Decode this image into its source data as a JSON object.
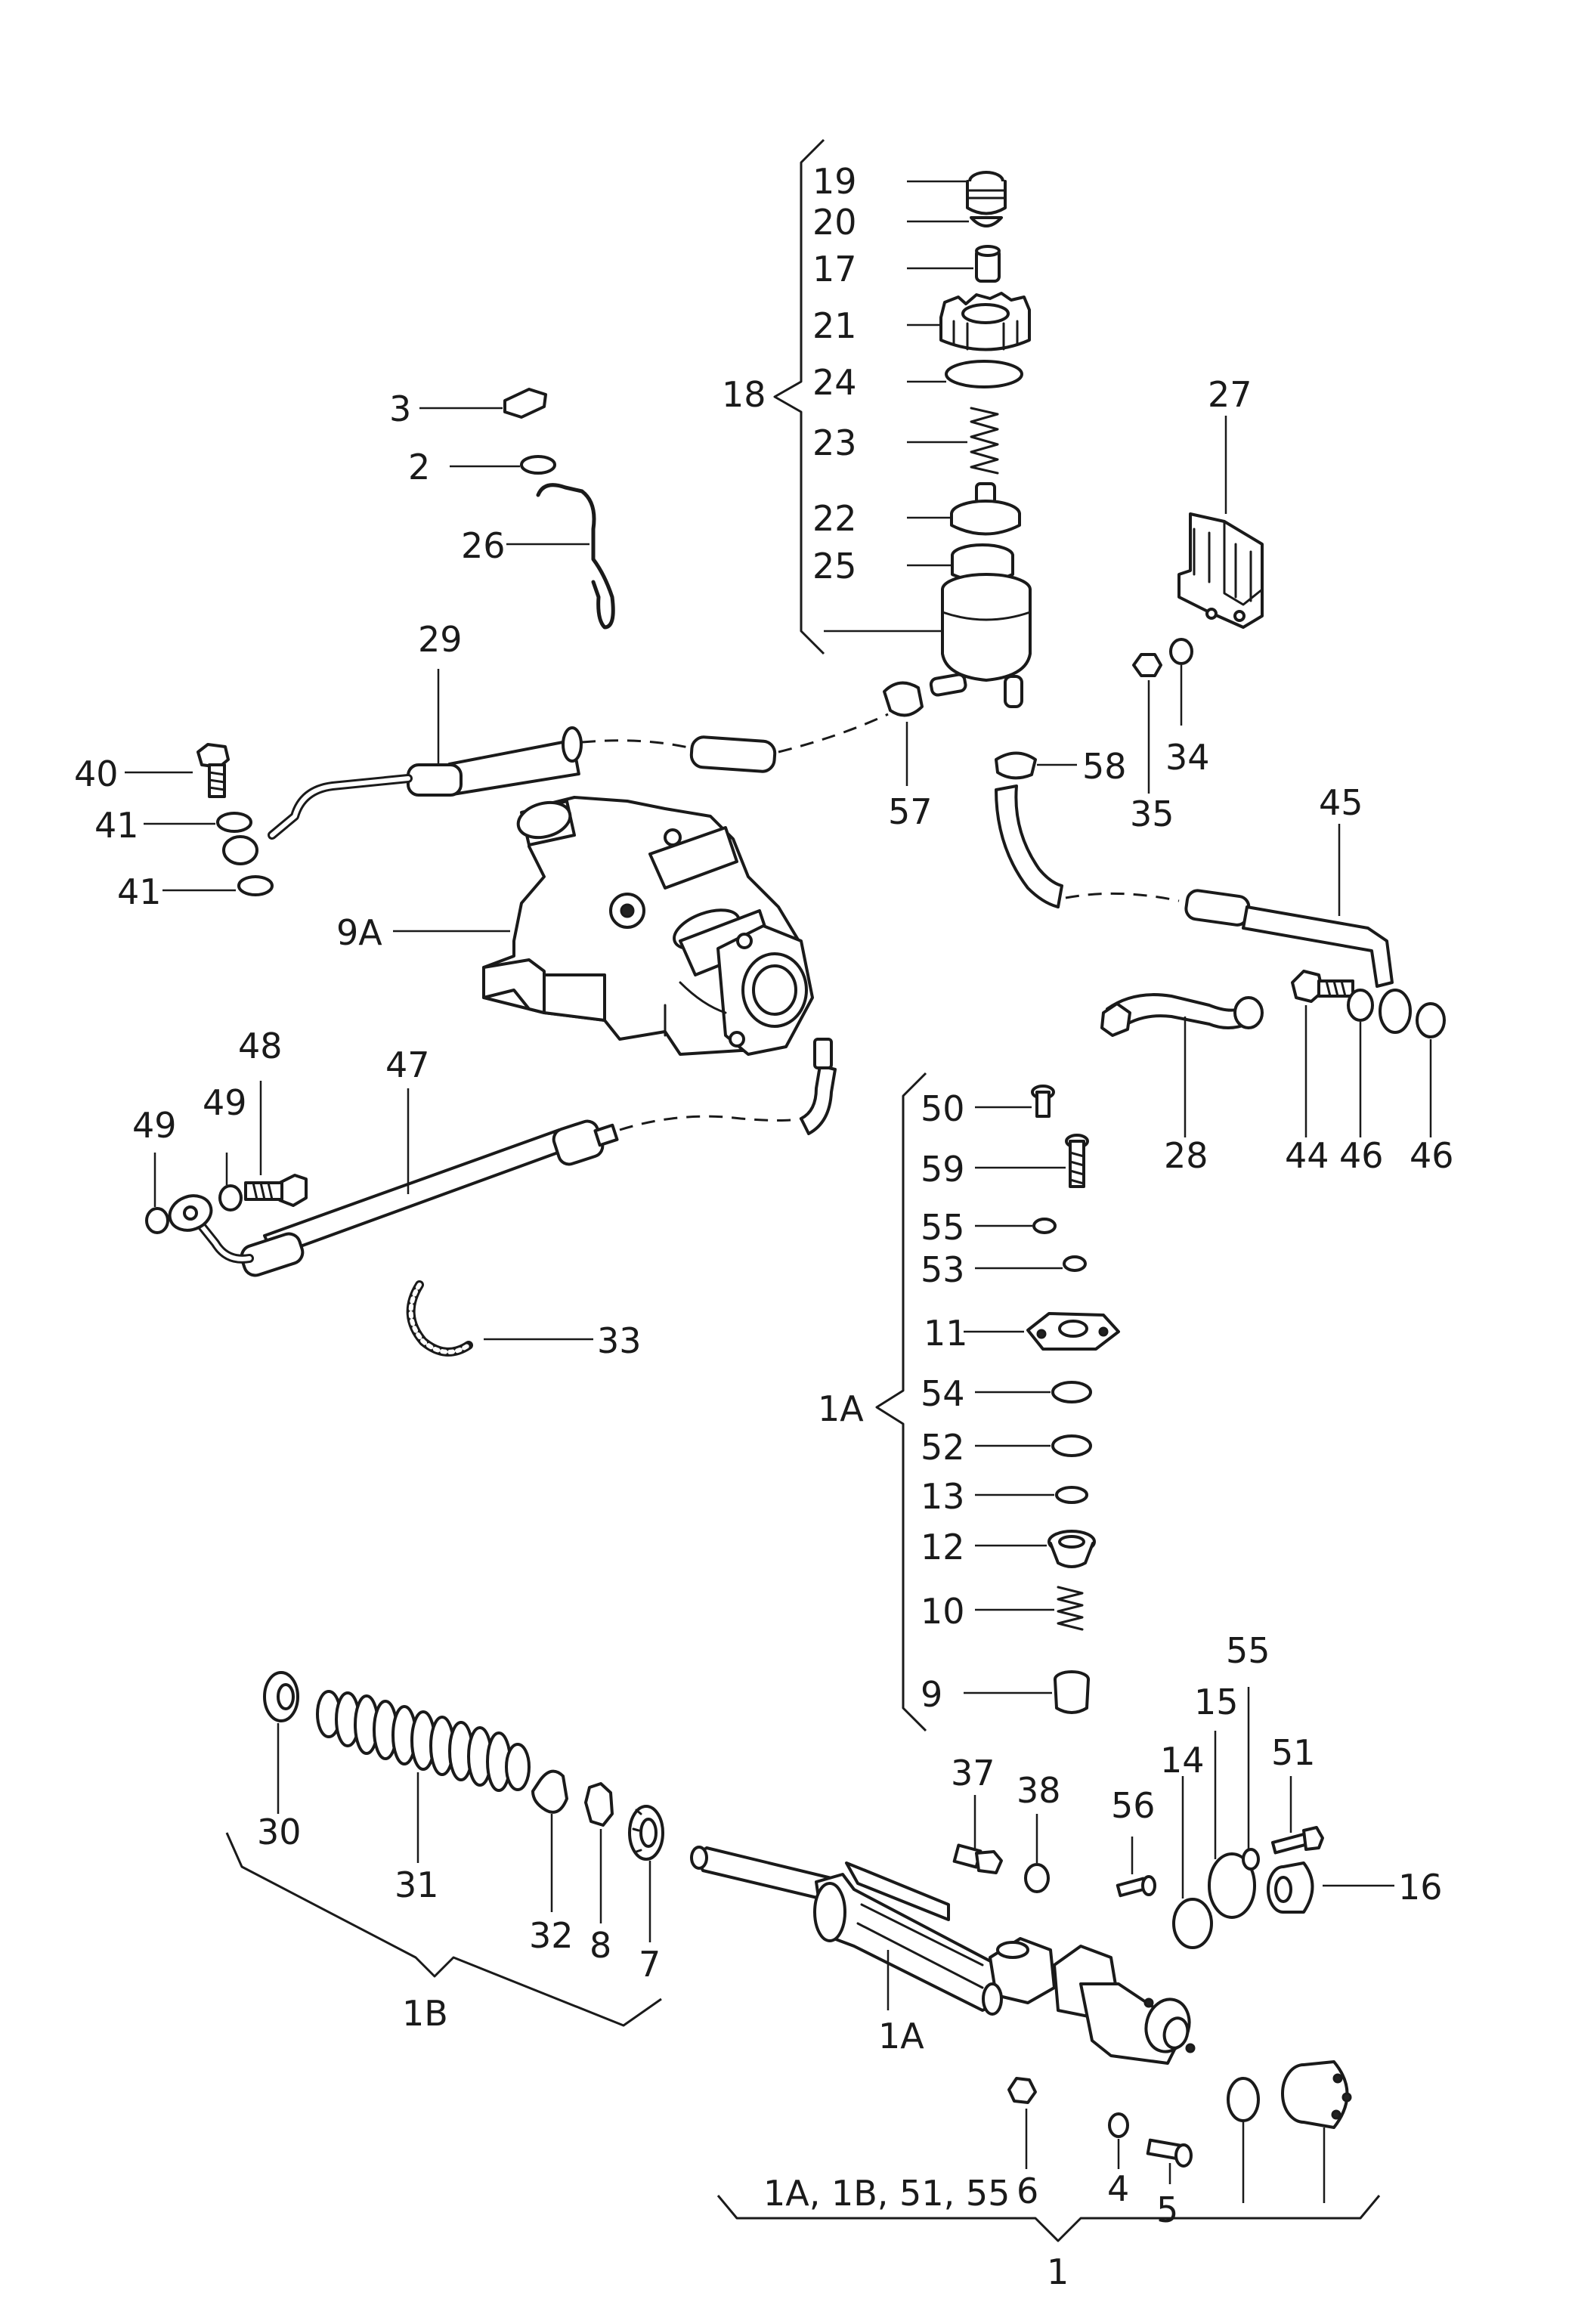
{
  "labels": {
    "p19": "19",
    "p20": "20",
    "p17": "17",
    "p21": "21",
    "p18": "18",
    "p24": "24",
    "p23": "23",
    "p22": "22",
    "p25": "25",
    "p3": "3",
    "p2": "2",
    "p26": "26",
    "p27": "27",
    "p29": "29",
    "p40": "40",
    "p41a": "41",
    "p41b": "41",
    "p9A": "9A",
    "p57": "57",
    "p58": "58",
    "p35": "35",
    "p34": "34",
    "p45": "45",
    "p48": "48",
    "p47": "47",
    "p49a": "49",
    "p49b": "49",
    "p28": "28",
    "p44": "44",
    "p46a": "46",
    "p46b": "46",
    "p50": "50",
    "p59": "59",
    "p55a": "55",
    "p53": "53",
    "p11": "11",
    "p1A_brace": "1A",
    "p54": "54",
    "p52": "52",
    "p13": "13",
    "p12": "12",
    "p10": "10",
    "p9": "9",
    "p33": "33",
    "p30": "30",
    "p31": "31",
    "p32": "32",
    "p8": "8",
    "p7": "7",
    "p1B": "1B",
    "p37": "37",
    "p38": "38",
    "p56": "56",
    "p14": "14",
    "p15": "15",
    "p55b": "55",
    "p51": "51",
    "p16": "16",
    "p1A_rack": "1A",
    "p6": "6",
    "p4": "4",
    "p5": "5",
    "p_group": "1A, 1B, 51, 55",
    "p1": "1"
  }
}
